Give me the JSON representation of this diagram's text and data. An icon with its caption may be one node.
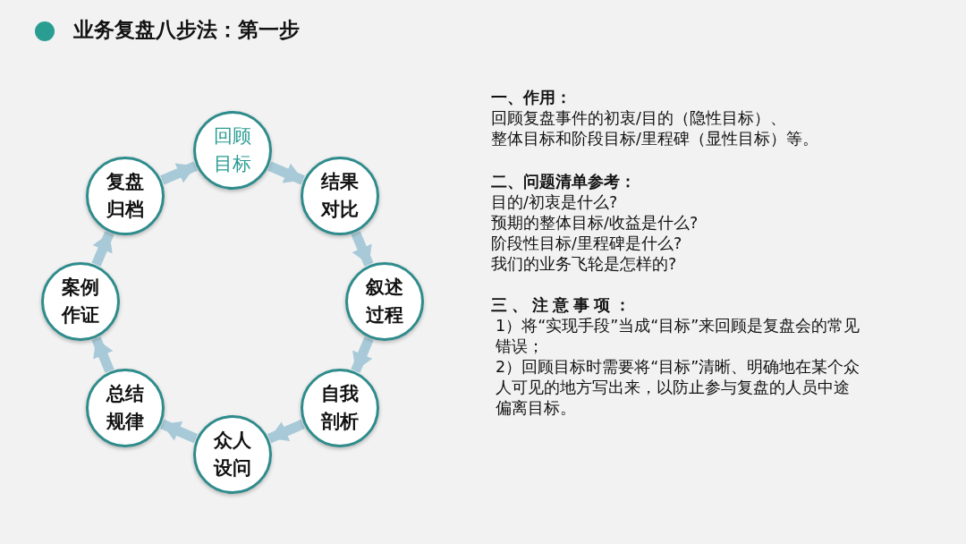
{
  "diagram": {
    "title": "业务复盘八步法：第一步",
    "nodes": [
      {
        "text": [
          "回顾目标"
        ]
      },
      {
        "text": [
          "结果对比"
        ]
      },
      {
        "text": [
          "叙述过程"
        ]
      },
      {
        "text": [
          "自我剖析"
        ]
      },
      {
        "text": [
          "众人设问"
        ]
      },
      {
        "text": [
          "总结规律"
        ]
      },
      {
        "text": [
          "案例作证"
        ]
      },
      {
        "text": [
          "复盘归档"
        ]
      }
    ],
    "edges": [
      {
        "from": 0,
        "to": 1,
        "arrow": "to"
      },
      {
        "from": 1,
        "to": 2,
        "arrow": "to"
      },
      {
        "from": 2,
        "to": 3,
        "arrow": "to"
      },
      {
        "from": 3,
        "to": 4,
        "arrow": "to"
      },
      {
        "from": 4,
        "to": 5,
        "arrow": "to"
      },
      {
        "from": 5,
        "to": 6,
        "arrow": "to"
      },
      {
        "from": 6,
        "to": 7,
        "arrow": "to"
      },
      {
        "from": 7,
        "to": 0,
        "arrow": "to"
      }
    ],
    "labels": [
      "一、作用：",
      "回顾复盘事件的初衷/目的（隐性目标）、",
      "整体目标和阶段目标/里程碑（显性目标）等。",
      "二、问题清单参考：",
      "目的/初衷是什么?",
      "预期的整体目标/收益是什么?",
      "阶段性目标/里程碑是什么?",
      "我们的业务飞轮是怎样的?",
      "三、注意事项：",
      "1）将“实现手段”当成“目标”来回顾是复盘会的常见错误；",
      "2）回顾目标时需要将“目标”清晰、明确地在某个众人可见的地方写出来，以防止参与复盘的人员中途偏离目标。"
    ]
  }
}
